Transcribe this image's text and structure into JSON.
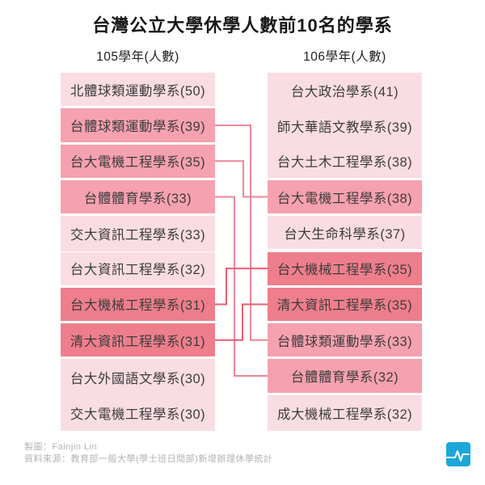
{
  "title": "台灣公立大學休學人數前10名的學系",
  "columns": [
    {
      "header": "105學年(人數)",
      "items": [
        {
          "label": "北體球類運動學系(50)",
          "tone": "light"
        },
        {
          "label": "台體球類運動學系(39)",
          "tone": "medium"
        },
        {
          "label": "台大電機工程學系(35)",
          "tone": "medium"
        },
        {
          "label": "台體體育學系(33)",
          "tone": "medium"
        },
        {
          "label": "交大資訊工程學系(33)",
          "tone": "light"
        },
        {
          "label": "台大資訊工程學系(32)",
          "tone": "light"
        },
        {
          "label": "台大機械工程學系(31)",
          "tone": "dark"
        },
        {
          "label": "清大資訊工程學系(31)",
          "tone": "dark"
        },
        {
          "label": "台大外國語文學系(30)",
          "tone": "light"
        },
        {
          "label": "交大電機工程學系(30)",
          "tone": "light"
        }
      ]
    },
    {
      "header": "106學年(人數)",
      "items": [
        {
          "label": "台大政治學系(41)",
          "tone": "light"
        },
        {
          "label": "師大華語文教學系(39)",
          "tone": "light"
        },
        {
          "label": "台大土木工程學系(38)",
          "tone": "light"
        },
        {
          "label": "台大電機工程學系(38)",
          "tone": "medium"
        },
        {
          "label": "台大生命科學系(37)",
          "tone": "light"
        },
        {
          "label": "台大機械工程學系(35)",
          "tone": "dark"
        },
        {
          "label": "清大資訊工程學系(35)",
          "tone": "dark"
        },
        {
          "label": "台體球類運動學系(33)",
          "tone": "medium"
        },
        {
          "label": "台體體育學系(32)",
          "tone": "medium"
        },
        {
          "label": "成大機械工程學系(32)",
          "tone": "light"
        }
      ]
    }
  ],
  "connections": [
    {
      "department": "台體球類運動學系",
      "from_rank": 2,
      "to_rank": 8,
      "tone": "medium"
    },
    {
      "department": "台大電機工程學系",
      "from_rank": 3,
      "to_rank": 4,
      "tone": "medium"
    },
    {
      "department": "台體體育學系",
      "from_rank": 4,
      "to_rank": 9,
      "tone": "medium"
    },
    {
      "department": "台大機械工程學系",
      "from_rank": 7,
      "to_rank": 6,
      "tone": "dark"
    },
    {
      "department": "清大資訊工程學系",
      "from_rank": 8,
      "to_rank": 7,
      "tone": "dark"
    }
  ],
  "footer": {
    "credit": "製圖：Fainjin Lin",
    "source": "資料來源：教育部一般大學(學士班日間部)新增辦理休學統計"
  },
  "icons": {
    "logo": "pulse-ekg-icon"
  },
  "colors": {
    "background": "#ffffff",
    "box_light": "#fadde3",
    "box_medium": "#f6a1af",
    "box_dark": "#ef7e8c",
    "line_medium": "#ec8799",
    "line_dark": "#ea5d6f",
    "logo_blue": "#1ba7d9",
    "footer_text": "#b3b3b3"
  },
  "chart_data": {
    "type": "table",
    "title": "台灣公立大學休學人數前10名的學系",
    "series": [
      {
        "name": "105學年(人數)",
        "categories": [
          "北體球類運動學系",
          "台體球類運動學系",
          "台大電機工程學系",
          "台體體育學系",
          "交大資訊工程學系",
          "台大資訊工程學系",
          "台大機械工程學系",
          "清大資訊工程學系",
          "台大外國語文學系",
          "交大電機工程學系"
        ],
        "values": [
          50,
          39,
          35,
          33,
          33,
          32,
          31,
          31,
          30,
          30
        ]
      },
      {
        "name": "106學年(人數)",
        "categories": [
          "台大政治學系",
          "師大華語文教學系",
          "台大土木工程學系",
          "台大電機工程學系",
          "台大生命科學系",
          "台大機械工程學系",
          "清大資訊工程學系",
          "台體球類運動學系",
          "台體體育學系",
          "成大機械工程學系"
        ],
        "values": [
          41,
          39,
          38,
          38,
          37,
          35,
          35,
          33,
          32,
          32
        ]
      }
    ],
    "links": [
      {
        "department": "台體球類運動學系",
        "y105": 39,
        "y106": 33
      },
      {
        "department": "台大電機工程學系",
        "y105": 35,
        "y106": 38
      },
      {
        "department": "台體體育學系",
        "y105": 33,
        "y106": 32
      },
      {
        "department": "台大機械工程學系",
        "y105": 31,
        "y106": 35
      },
      {
        "department": "清大資訊工程學系",
        "y105": 31,
        "y106": 35
      }
    ],
    "legend_position": "none",
    "grid": false
  }
}
